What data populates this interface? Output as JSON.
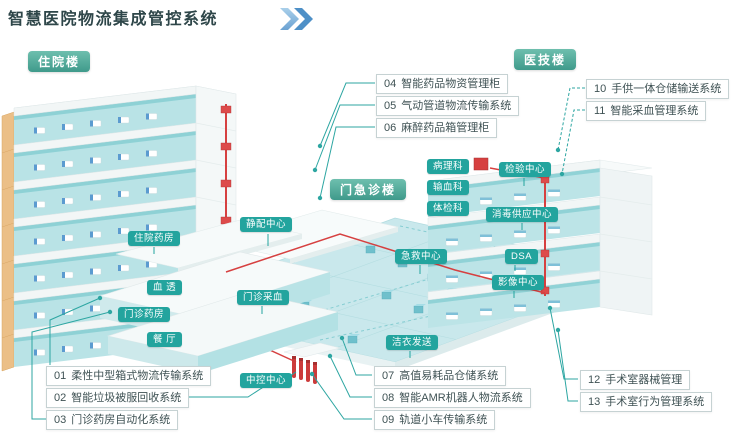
{
  "title": "智慧医院物流集成管控系统",
  "buildings": {
    "inpatient": "住院楼",
    "medtech": "医技楼",
    "outpatient": "门急诊楼"
  },
  "callouts": {
    "top_center": [
      {
        "num": "04",
        "label": "智能药品物资管理柜"
      },
      {
        "num": "05",
        "label": "气动管道物流传输系统"
      },
      {
        "num": "06",
        "label": "麻醉药品箱管理柜"
      }
    ],
    "top_right": [
      {
        "num": "10",
        "label": "手供一体仓储输送系统"
      },
      {
        "num": "11",
        "label": "智能采血管理系统"
      }
    ],
    "bottom_left": [
      {
        "num": "01",
        "label": "柔性中型箱式物流传输系统"
      },
      {
        "num": "02",
        "label": "智能垃圾被服回收系统"
      },
      {
        "num": "03",
        "label": "门诊药房自动化系统"
      }
    ],
    "bottom_center": [
      {
        "num": "07",
        "label": "高值易耗品仓储系统"
      },
      {
        "num": "08",
        "label": "智能AMR机器人物流系统"
      },
      {
        "num": "09",
        "label": "轨道小车传输系统"
      }
    ],
    "bottom_right": [
      {
        "num": "12",
        "label": "手术室器械管理"
      },
      {
        "num": "13",
        "label": "手术室行为管理系统"
      }
    ]
  },
  "dept_tags": {
    "inpatient_pharmacy": "住院药房",
    "iv_center": "静配中心",
    "hemodialysis": "血 透",
    "outpatient_pharmacy": "门诊药房",
    "canteen": "餐 厅",
    "outpatient_blood": "门诊采血",
    "control_center": "中控中心",
    "pathology": "病理科",
    "blood_transfusion": "输血科",
    "physical_exam": "体检科",
    "lab_center": "检验中心",
    "disinfection_supply": "消毒供应中心",
    "emergency_center": "急救中心",
    "dsa": "DSA",
    "imaging_center": "影像中心",
    "clean_linen": "洁衣发送"
  },
  "colors": {
    "accent_teal": "#23a49e",
    "building_tag_green": "#4aa391",
    "pneumatic_red": "#d64040",
    "chevron_blue": "#4e90c7",
    "platform_cyan": "#c9e8ec"
  }
}
